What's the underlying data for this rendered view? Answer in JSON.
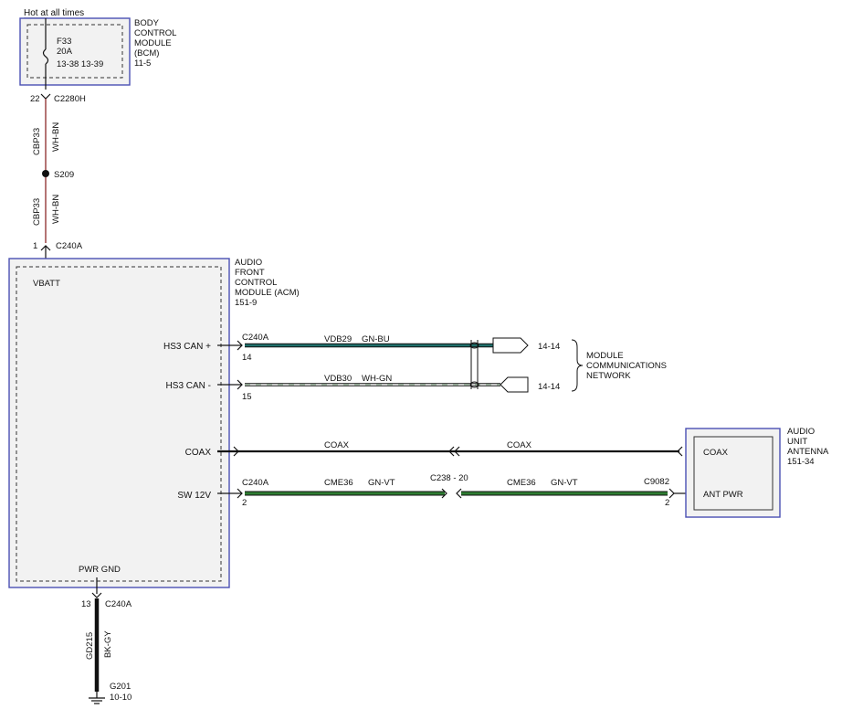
{
  "top": {
    "power_label": "Hot at all times",
    "bcm": {
      "name_lines": [
        "BODY",
        "CONTROL",
        "MODULE",
        "(BCM)",
        "11-5"
      ],
      "fuse": "F33",
      "fuse_rating": "20A",
      "page_refs": "13-38   13-39"
    },
    "c2280h_pin": "22",
    "c2280h": "C2280H",
    "splice": "S209",
    "wire_upper_circuit": "CBP33",
    "wire_upper_color": "WH-BN",
    "wire_lower_circuit": "CBP33",
    "wire_lower_color": "WH-BN",
    "c240a_pin1": "1",
    "c240a_top": "C240A"
  },
  "acm": {
    "name_lines": [
      "AUDIO",
      "FRONT",
      "CONTROL",
      "MODULE (ACM)",
      "151-9"
    ],
    "vbatt": "VBATT",
    "hs3_plus": "HS3 CAN +",
    "hs3_minus": "HS3 CAN -",
    "coax": "COAX",
    "sw12v": "SW 12V",
    "pwr_gnd": "PWR GND"
  },
  "network": {
    "connector": "C240A",
    "pin_plus": "14",
    "pin_minus": "15",
    "vdb29": "VDB29",
    "vdb29_color": "GN-BU",
    "vdb30": "VDB30",
    "vdb30_color": "WH-GN",
    "ref_plus": "14-14",
    "ref_minus": "14-14",
    "label_lines": [
      "MODULE",
      "COMMUNICATIONS",
      "NETWORK"
    ]
  },
  "coax_line": {
    "left": "COAX",
    "right": "COAX"
  },
  "sw12v_line": {
    "connector_left": "C240A",
    "pin_left": "2",
    "inline": "C238 - 20",
    "circuit_left": "CME36",
    "color_left": "GN-VT",
    "circuit_right": "CME36",
    "color_right": "GN-VT",
    "connector_right": "C9082",
    "pin_right": "2"
  },
  "antenna": {
    "name_lines": [
      "AUDIO",
      "UNIT",
      "ANTENNA",
      "151-34"
    ],
    "coax": "COAX",
    "ant_pwr": "ANT PWR"
  },
  "ground": {
    "pin": "13",
    "connector": "C240A",
    "circuit": "GD215",
    "color": "BK-GY",
    "ground_id": "G201",
    "ref": "10-10"
  },
  "colors": {
    "wire_wh_bn": "#8b2a2a",
    "wire_green": "#2e7d32",
    "wire_green_blue": "#1f6f6a",
    "module_border": "#4a4fb3",
    "module_fill": "#f2f2f2"
  }
}
